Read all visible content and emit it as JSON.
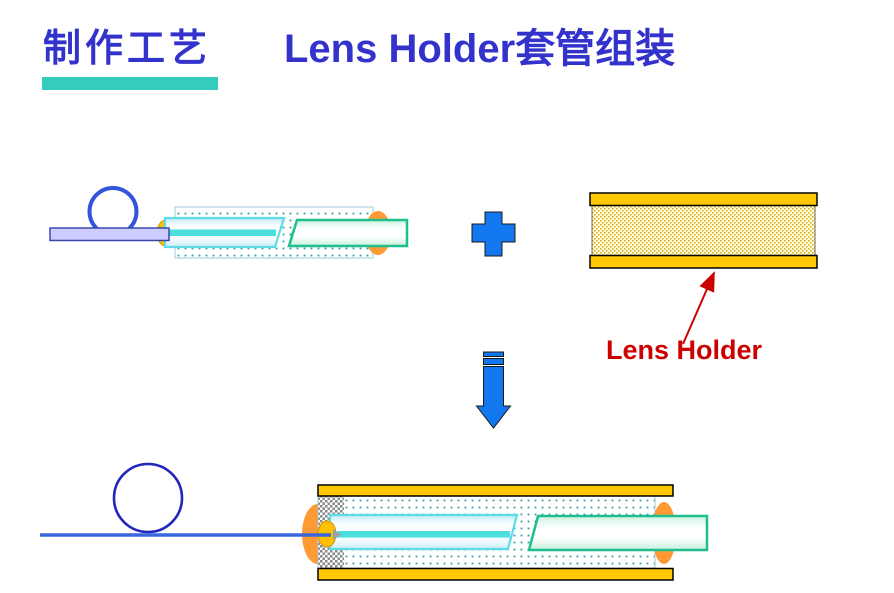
{
  "title": {
    "left": "制作工艺",
    "right": "Lens Holder套管组装"
  },
  "annotation": {
    "lens_holder_label": "Lens Holder"
  },
  "theme": {
    "title_blue": "#3333CC",
    "underline_teal": "#35CCC0",
    "label_red": "#CC0000",
    "arrow_blue": "#1377F0",
    "holder_gold": "#FFC800",
    "epoxy_orange": "#FF9933",
    "epoxy_yellow": "#FFC000",
    "lens_green": "#1FBE8F",
    "ferrule_cyan": "#5CDDE5",
    "core_cyan": "#4ADEDE",
    "fiber_lavender": "#CCCCFF",
    "fiber_blue": "#3A66DD",
    "loop_blue": "#3355DD",
    "loop_navy": "#2226BB"
  }
}
